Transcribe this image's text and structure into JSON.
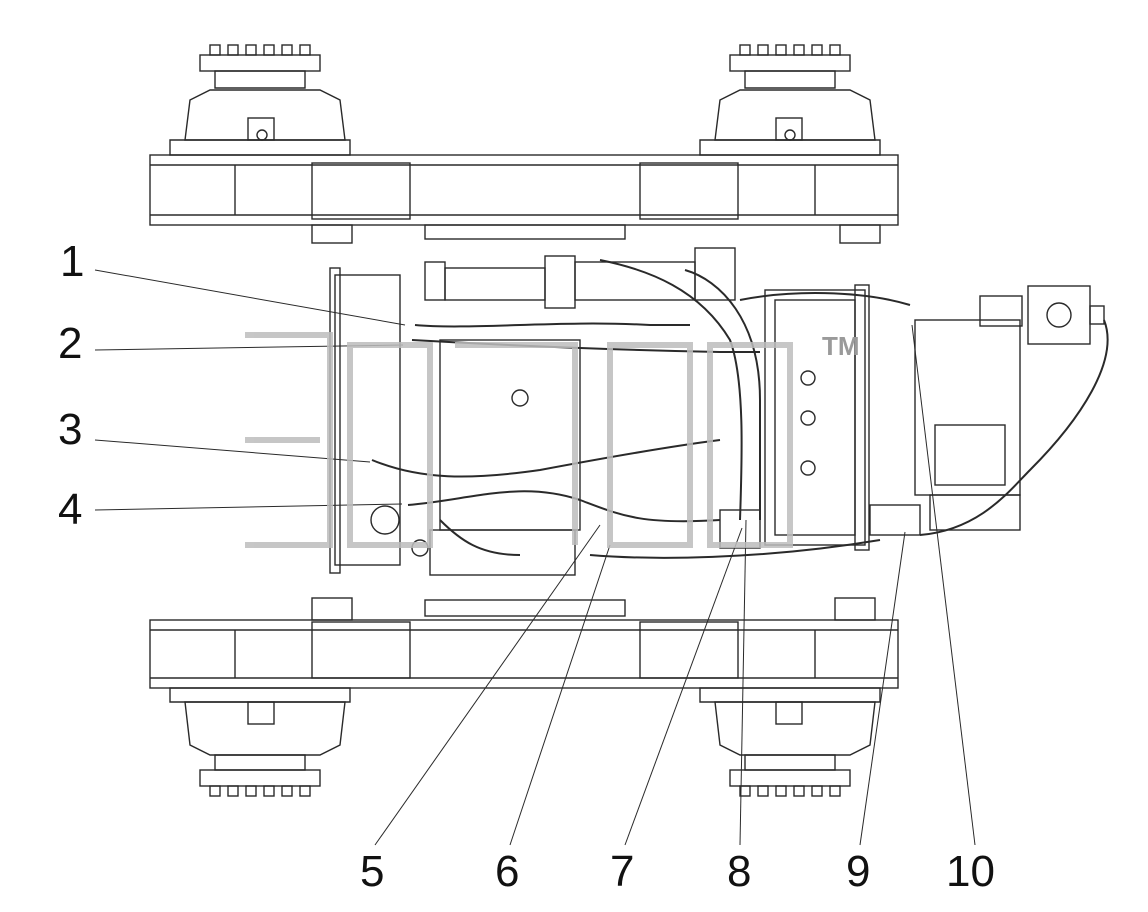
{
  "callouts": {
    "c1": "1",
    "c2": "2",
    "c3": "3",
    "c4": "4",
    "c5": "5",
    "c6": "6",
    "c7": "7",
    "c8": "8",
    "c9": "9",
    "c10": "10"
  },
  "watermark": {
    "tm": "TM"
  },
  "colors": {
    "line": "#2a2a2a",
    "watermark": "#bdbdbd",
    "background": "#ffffff"
  }
}
